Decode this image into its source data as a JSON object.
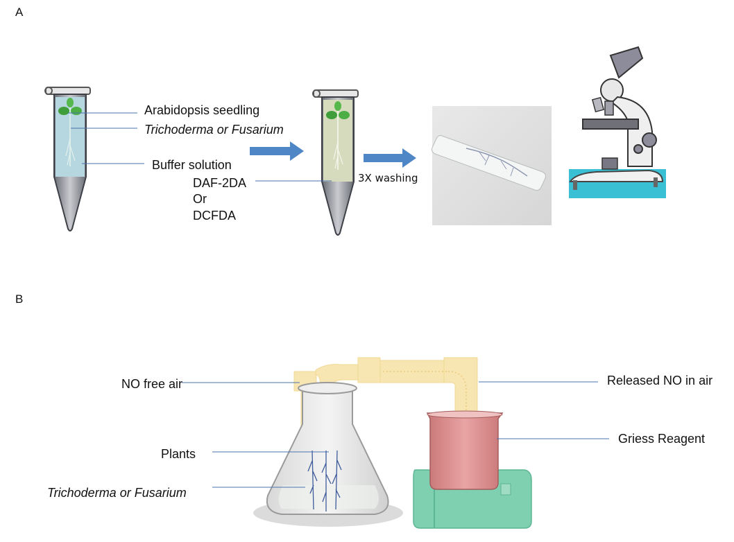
{
  "panel_a": {
    "letter": "A",
    "label_seedling": "Arabidopsis seedling",
    "label_fungus": "Trichoderma or Fusarium",
    "label_buffer": "Buffer solution",
    "label_dye_1": "DAF-2DA",
    "label_dye_or": "Or",
    "label_dye_2": "DCFDA",
    "label_wash": "3X washing"
  },
  "panel_b": {
    "letter": "B",
    "label_no_free_air": "NO free air",
    "label_released_no": "Released NO in air",
    "label_griess": "Griess Reagent",
    "label_plants": "Plants",
    "label_fungus": "Trichoderma or Fusarium"
  },
  "colors": {
    "arrow": "#4f86c6",
    "leader_line": "#4a72b0",
    "tube_liquid": "#a9cfd9",
    "tube_bottom": "#9ea0a6",
    "tube_liquid_2": "#d4d8b8",
    "tubing": "#f7e5b2",
    "beaker": "#e29a9a",
    "stand": "#7fd0b0",
    "microscope_bg": "#3ac0d4"
  }
}
